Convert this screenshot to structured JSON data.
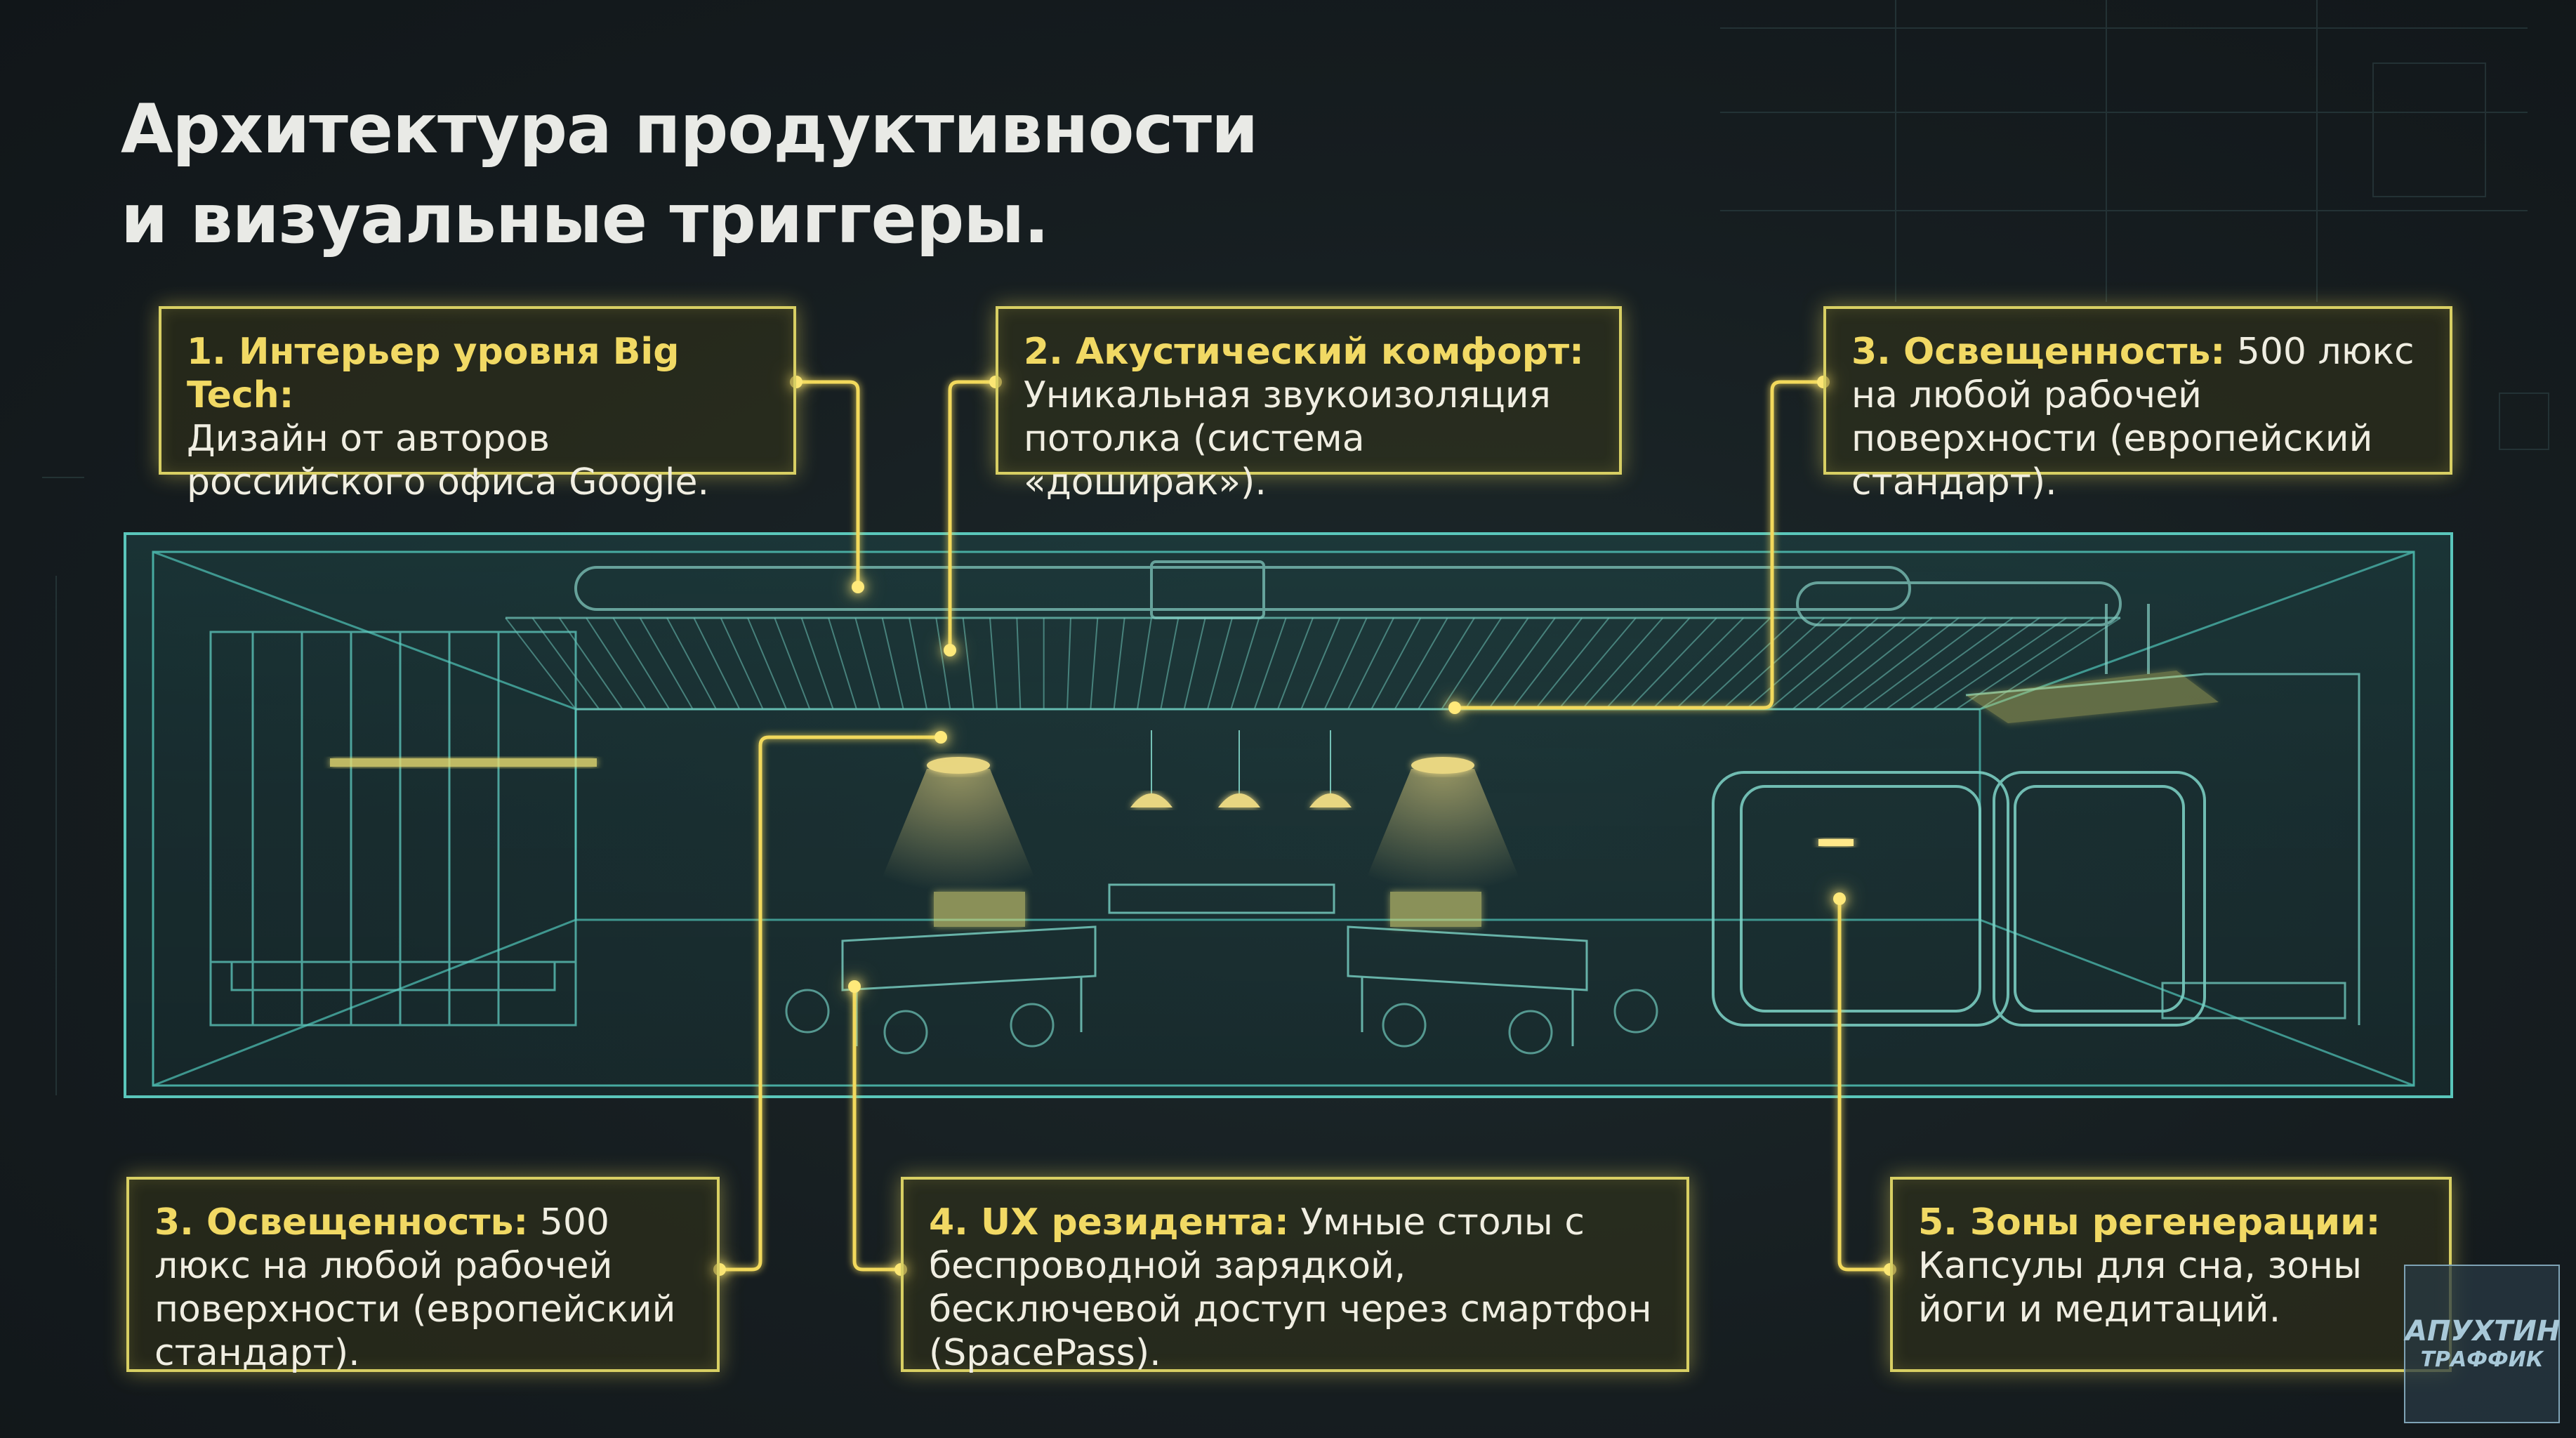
{
  "title": {
    "line1": "Архитектура продуктивности",
    "line2": "и визуальные триггеры."
  },
  "callouts": [
    {
      "head": "1. Интерьер уровня Big Tech:",
      "text": "Дизайн от авторов российского офиса Google."
    },
    {
      "head": "2. Акустический комфорт:",
      "text": "Уникальная звукоизоляция потолка (система «доширак»)."
    },
    {
      "head": "3. Освещенность:",
      "text": "500 люкс на любой рабочей поверхности (европейский стандарт)."
    },
    {
      "head": "3. Освещенность:",
      "text": "500 люкс на любой рабочей поверхности (европейский стандарт)."
    },
    {
      "head": "4. UX резидента:",
      "text": "Умные столы с беспроводной зарядкой, бесключевой доступ через смартфон (SpacePass)."
    },
    {
      "head": "5. Зоны регенерации:",
      "text": "Капсулы для сна, зоны йоги и медитаций."
    }
  ],
  "logo": {
    "line1": "АПУХТИН",
    "line2": "ТРАФФИК"
  },
  "colors": {
    "accent": "#d8cf63",
    "glow_line": "#f2d95c",
    "blueprint": "#57c7bd",
    "background": "#161d20"
  }
}
